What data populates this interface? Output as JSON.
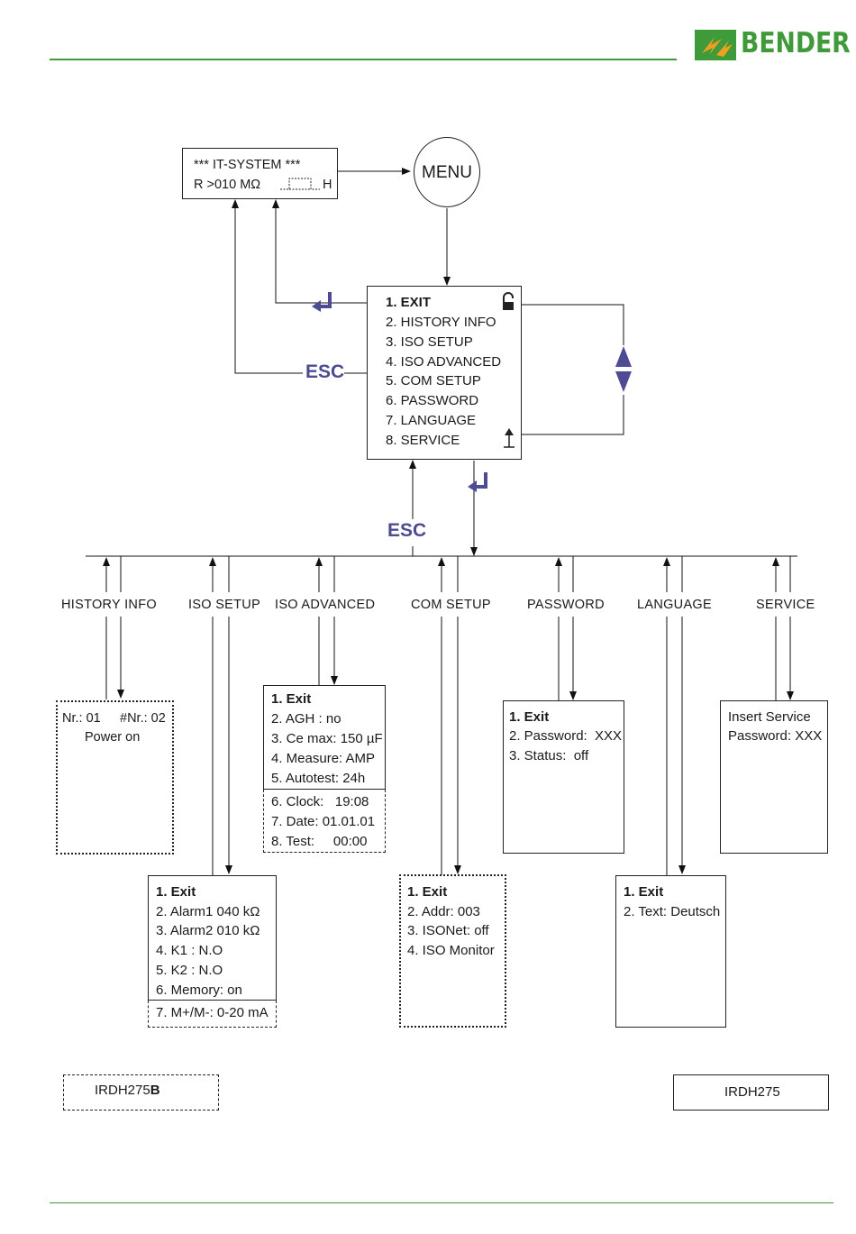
{
  "header": {
    "brand": "BENDER"
  },
  "status_display": {
    "line1": "*** IT-SYSTEM ***",
    "line2_text": "R >010 MΩ",
    "line2_suffix": "H"
  },
  "menu_button": {
    "label": "MENU"
  },
  "main_menu": {
    "items": [
      "1. EXIT",
      "2. HISTORY INFO",
      "3. ISO SETUP",
      "4. ISO ADVANCED",
      "5. COM SETUP",
      "6. PASSWORD",
      "7. LANGUAGE",
      "8. SERVICE"
    ]
  },
  "esc_labels": {
    "left": "ESC",
    "center": "ESC"
  },
  "categories": [
    "HISTORY INFO",
    "ISO SETUP",
    "ISO ADVANCED",
    "COM SETUP",
    "PASSWORD",
    "LANGUAGE",
    "SERVICE"
  ],
  "history_info": {
    "nr": "Nr.: 01",
    "hash_nr": "#Nr.: 02",
    "event": "Power on"
  },
  "iso_setup": {
    "items": [
      "1. Exit",
      "2. Alarm1 040 kΩ",
      "3. Alarm2 010 kΩ",
      "4. K1 : N.O",
      "5. K2 : N.O",
      "6. Memory: on"
    ],
    "extra": "7. M+/M-: 0-20 mA"
  },
  "iso_advanced": {
    "items": [
      "1. Exit",
      "2. AGH : no",
      "3. Ce max: 150 µF",
      "4. Measure: AMP",
      "5. Autotest: 24h"
    ],
    "extra": [
      "6. Clock:   19:08",
      "7. Date: 01.01.01",
      "8. Test:     00:00"
    ]
  },
  "com_setup": {
    "items": [
      "1. Exit",
      "2. Addr: 003",
      "3. ISONet: off",
      "4. ISO Monitor"
    ]
  },
  "password": {
    "items": [
      "1. Exit",
      "2. Password:  XXX",
      "3. Status:  off"
    ]
  },
  "language": {
    "items": [
      "1. Exit",
      "2. Text: Deutsch"
    ]
  },
  "service": {
    "line1": "Insert Service",
    "line2": "Password: XXX"
  },
  "legend": {
    "variant_b_prefix": "IRDH275",
    "variant_b_suffix": "B",
    "variant_std": "IRDH275"
  },
  "colors": {
    "accent_green": "#3f9b3a",
    "logo_orange": "#f0a020",
    "arrow_purple": "#4d4b93"
  }
}
